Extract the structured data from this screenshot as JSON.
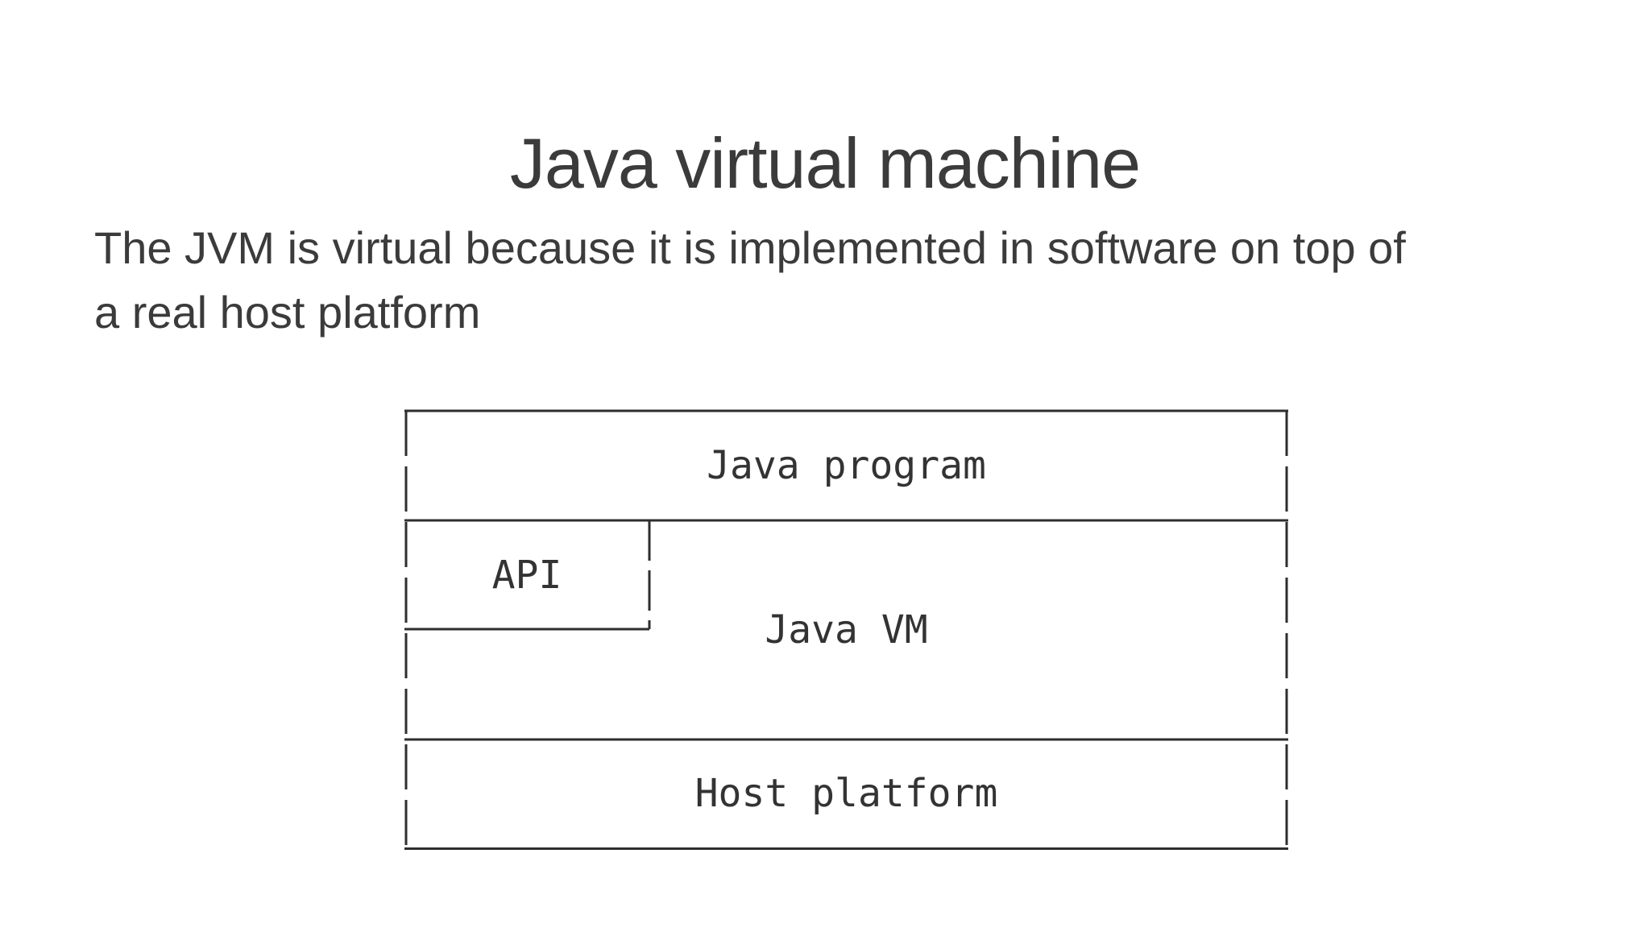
{
  "page": {
    "background": "#ffffff"
  },
  "title": {
    "text": "Java virtual machine"
  },
  "paragraph": {
    "text": "The JVM is virtual because it is implemented in software on top of a real host platform",
    "lines": [
      "The JVM is virtual because it is implemented in software on top of",
      "a real host platform"
    ]
  },
  "diagram": {
    "type": "layered-box-diagram",
    "style": "ascii-art (solid horizontal rules, dashed vertical rules)",
    "layers": [
      {
        "label": "Java program"
      },
      {
        "label": "Java VM",
        "inner_box_label": "API"
      },
      {
        "label": "Host platform"
      }
    ],
    "labels": {
      "java_program": "Java program",
      "api": "API",
      "java_vm": "Java VM",
      "host_platform": "Host platform"
    },
    "line_color": "#2e2e2e",
    "text_color": "#333333"
  }
}
